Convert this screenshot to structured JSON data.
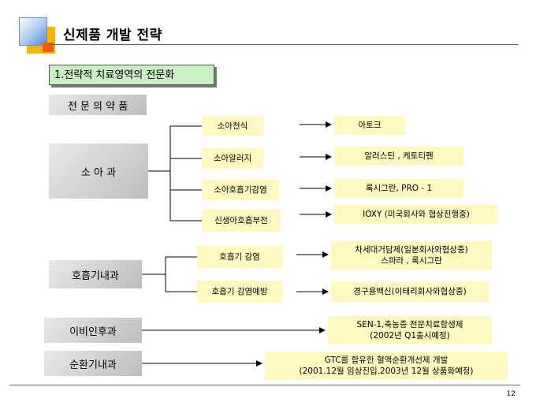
{
  "header": {
    "title": "신제품 개발 전략"
  },
  "section": {
    "label": "1.전략적 치료영역의 전문화"
  },
  "specialty_header": "전 문 의 약 품",
  "departments": {
    "pediatrics": "소 아 과",
    "respiratory": "호흡기내과",
    "ent": "이비인후과",
    "cardio": "순환기내과"
  },
  "diseases": {
    "asthma": "소아천식",
    "allergy": "소아알러지",
    "resp_infection": "소아호흡기감염",
    "neonatal": "신생아호흡부전",
    "resp_inf_adult": "호흡기 감염",
    "resp_prevention": "호흡기 감염예방"
  },
  "products": {
    "asthma": "아토크",
    "allergy": "알러스틴 , 케토티펜",
    "resp_infection": "록시그란, PRO - 1",
    "neonatal": "IOXY (미국회사와 협상진행중)",
    "resp_inf_adult": "차세대거담제(일본회사와협상중)\n스파라 , 록시그란",
    "resp_prevention": "경구용백신(이태리회사와협상중)",
    "ent": "SEN-1,축농증 전문치료항생제\n(2002년 Q1출시예정)",
    "cardio": "GTC를 함유한 혈액순환개선제 개발\n(2001.12월 임상진입.2003년 12월 상품화예정)"
  },
  "footer": {
    "page_number": "12"
  }
}
